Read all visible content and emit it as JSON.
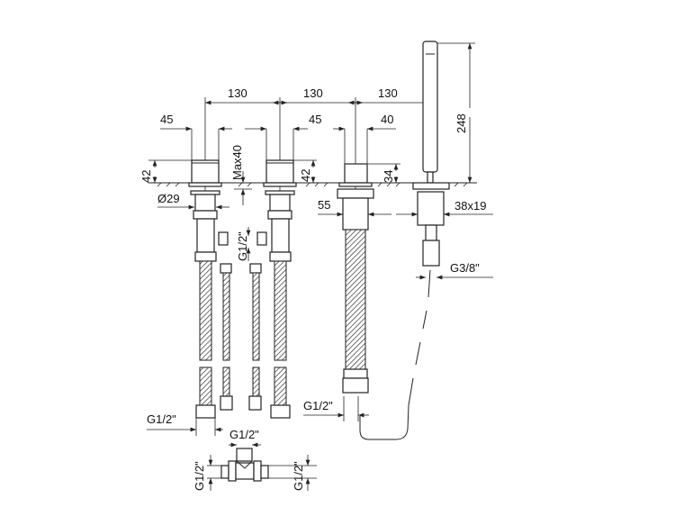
{
  "drawing": {
    "spacing": [
      "130",
      "130",
      "130"
    ],
    "widths": {
      "valve_left": "45",
      "valve_right": "45",
      "spout": "40"
    },
    "height_total": "248",
    "height_valve_left": "42",
    "max_deck": "Max40",
    "height_valve_right": "42",
    "height_spout": "34",
    "diameter": "Ø29",
    "inlet_valve": "G1/2\"",
    "spout_base": "55",
    "holder_size": "38x19",
    "shower_thread": "G3/8\"",
    "hose_end_left": "G1/2\"",
    "hose_end_spout": "G1/2\"",
    "tee_top": "G1/2\"",
    "tee_left": "G1/2\"",
    "tee_right": "G1/2\""
  }
}
